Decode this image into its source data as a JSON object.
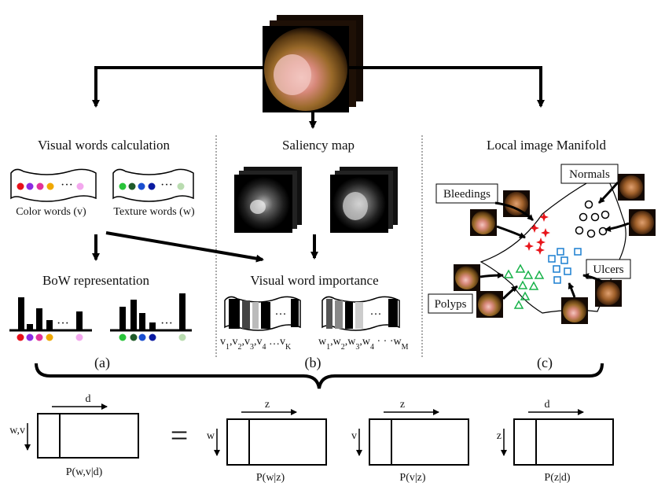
{
  "sections": {
    "a": {
      "title": "Visual words calculation",
      "color_words_label": "Color words (v)",
      "texture_words_label": "Texture words (w)",
      "bow_title": "BoW representation",
      "panel_label": "(a)"
    },
    "b": {
      "title": "Saliency map",
      "importance_title": "Visual word importance",
      "v_sequence": [
        "v",
        "1",
        ",v",
        "2",
        ",v",
        "3",
        ",v",
        "4",
        " …v",
        "K"
      ],
      "w_sequence": [
        "w",
        "1",
        ",w",
        "2",
        ",w",
        "3",
        ",w",
        "4",
        " · · ·w",
        "M"
      ],
      "panel_label": "(b)"
    },
    "c": {
      "title": "Local image Manifold",
      "classes": {
        "bleedings": "Bleedings",
        "normals": "Normals",
        "ulcers": "Ulcers",
        "polyps": "Polyps"
      },
      "panel_label": "(c)"
    }
  },
  "ellipsis": "···",
  "colors": {
    "color_words": [
      "#e8101a",
      "#8b2be2",
      "#e2329a",
      "#f0a800",
      "#f3a8ee"
    ],
    "texture_words": [
      "#29c43a",
      "#1f5a2a",
      "#1a4fd0",
      "#0a1aa0",
      "#b9dcb0"
    ],
    "bleeding_star": "#e8141a",
    "polyp_triangle": "#18b24a",
    "ulcer_square": "#1a7fd0"
  },
  "factorization": {
    "equals": "=",
    "matrices": [
      {
        "col_label": "d",
        "row_label": "w,v",
        "caption": "P(w,v|d)"
      },
      {
        "col_label": "z",
        "row_label": "w",
        "caption": "P(w|z)"
      },
      {
        "col_label": "z",
        "row_label": "v",
        "caption": "P(v|z)"
      },
      {
        "col_label": "d",
        "row_label": "z",
        "caption": "P(z|d)"
      }
    ]
  }
}
